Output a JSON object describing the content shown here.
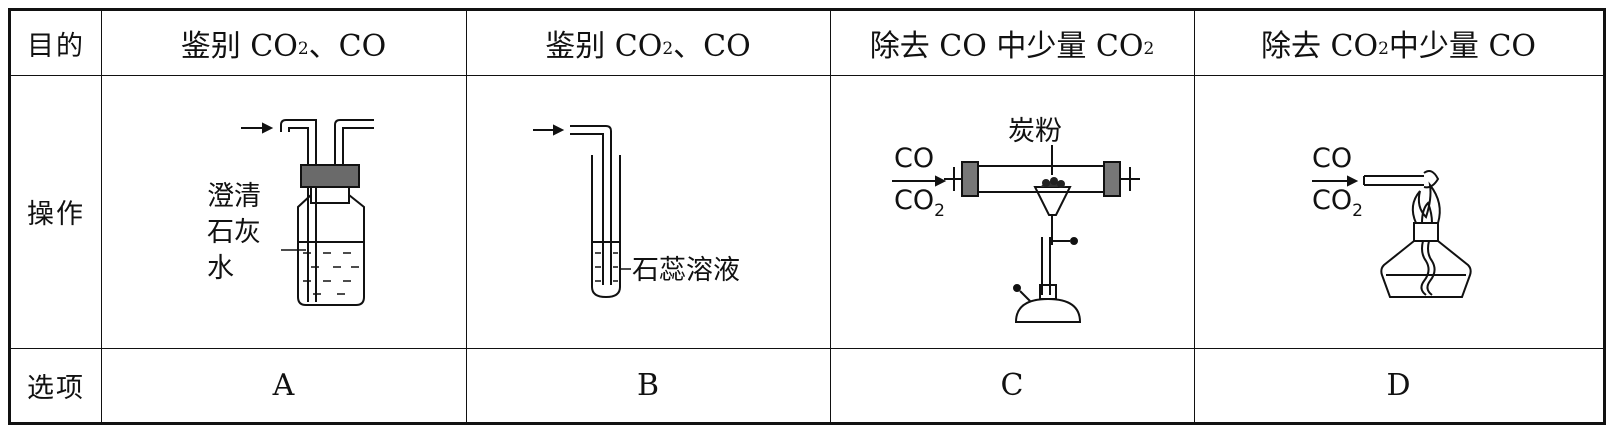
{
  "rows": {
    "purpose_label": "目的",
    "operation_label": "操作",
    "option_label": "选项"
  },
  "purposes": {
    "A": {
      "pre": "鉴别 CO",
      "sub": "2",
      "post": "、CO"
    },
    "B": {
      "pre": "鉴别 CO",
      "sub": "2",
      "post": "、CO"
    },
    "C": {
      "pre": "除去 CO 中少量 CO",
      "sub": "2",
      "post": ""
    },
    "D": {
      "pre": "除去 CO",
      "sub": "2",
      "post": " 中少量 CO"
    }
  },
  "options": {
    "A": "A",
    "B": "B",
    "C": "C",
    "D": "D"
  },
  "figures": {
    "A": {
      "label_lines": [
        "澄清",
        "石灰",
        "水"
      ]
    },
    "B": {
      "label": "石蕊溶液"
    },
    "C": {
      "top_label": "炭粉",
      "gas1": "CO",
      "gas2_pre": "CO",
      "gas2_sub": "2"
    },
    "D": {
      "gas1": "CO",
      "gas2_pre": "CO",
      "gas2_sub": "2"
    }
  }
}
